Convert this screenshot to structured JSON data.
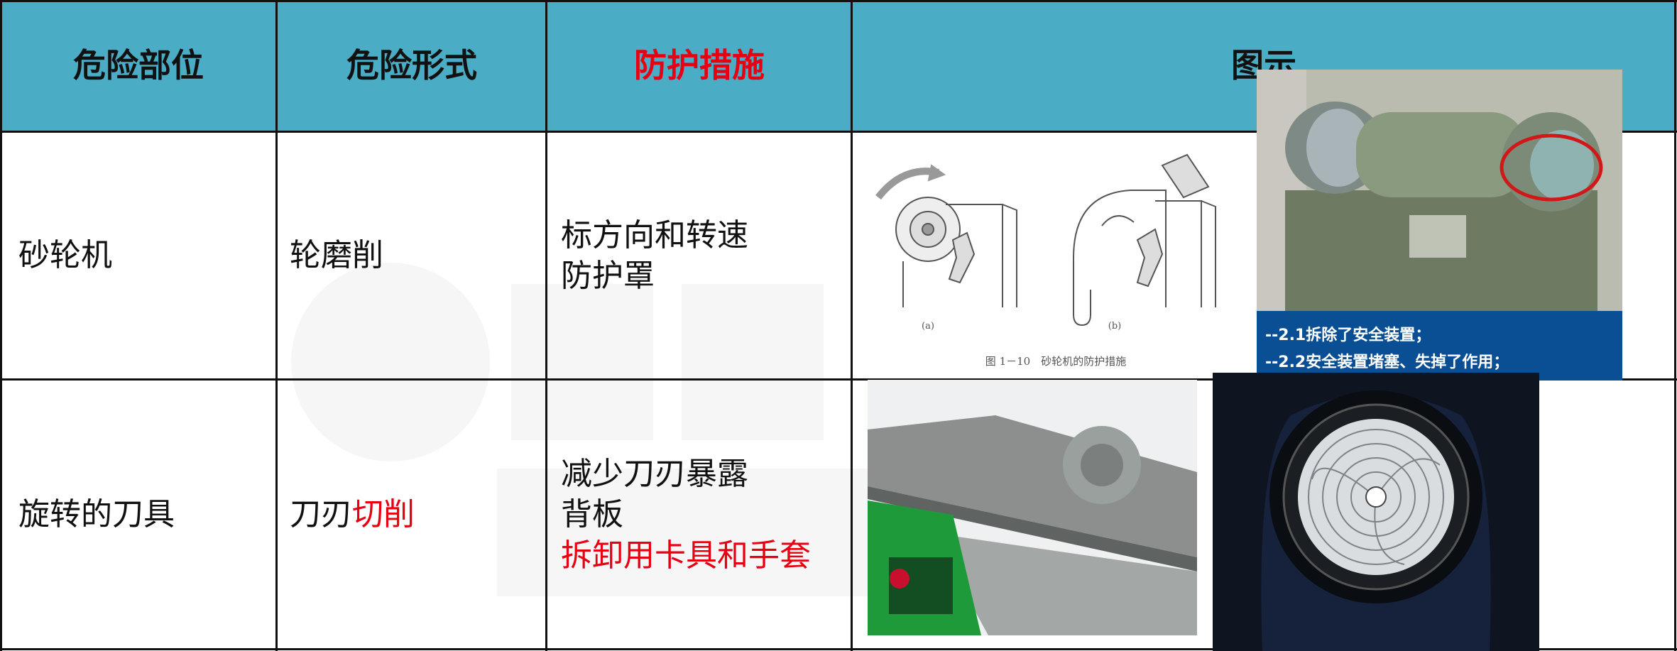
{
  "header": {
    "col1": "危险部位",
    "col2": "危险形式",
    "col3": "防护措施",
    "col4": "图示"
  },
  "rows": [
    {
      "part": "砂轮机",
      "form": "轮磨削",
      "measures": [
        "标方向和转速",
        "防护罩"
      ],
      "diagram": {
        "label_a": "(a)",
        "label_b": "(b)",
        "caption": "图 1－10　砂轮机的防护措施"
      },
      "photo_text": [
        "--2.1拆除了安全装置；",
        "--2.2安全装置堵塞、失掉了作用；"
      ]
    },
    {
      "part": "旋转的刀具",
      "form_black": "刀刃",
      "form_red": "切削",
      "measures": [
        "减少刀刃暴露",
        "背板"
      ],
      "measure_red": "拆卸用卡具和手套"
    }
  ],
  "colors": {
    "header_bg": "#4bacc6",
    "emphasis": "#e60012",
    "photo_caption_bg": "#0a4f94"
  }
}
